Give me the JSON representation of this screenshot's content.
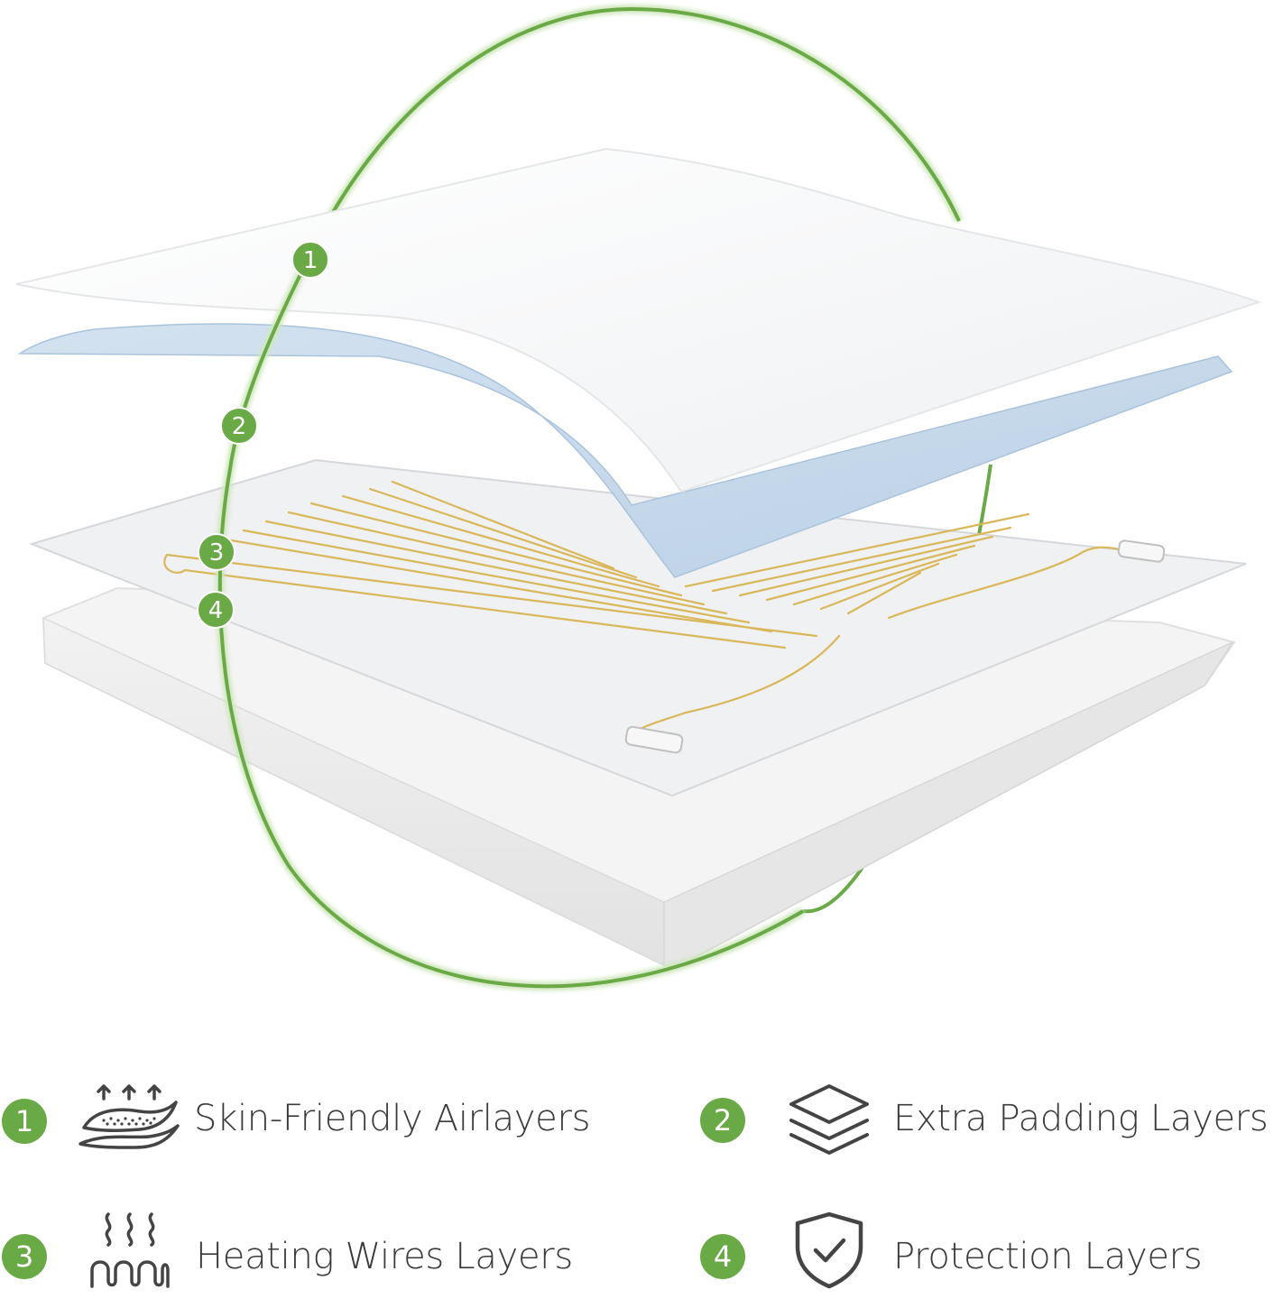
{
  "colors": {
    "accent_green": "#6aaa46",
    "blue_layer": "#c7d8e9",
    "wire_gold": "#d9b75a",
    "icon_gray": "#444444",
    "text_gray": "#3a3a3a"
  },
  "markers": [
    "1",
    "2",
    "3",
    "4"
  ],
  "legend": [
    {
      "number": "1",
      "label": "Skin-Friendly Airlayers",
      "icon": "breathable-fabric-icon"
    },
    {
      "number": "2",
      "label": "Extra Padding Layers",
      "icon": "stacked-layers-icon"
    },
    {
      "number": "3",
      "label": "Heating Wires Layers",
      "icon": "heating-coil-icon"
    },
    {
      "number": "4",
      "label": "Protection Layers",
      "icon": "shield-check-icon"
    }
  ]
}
